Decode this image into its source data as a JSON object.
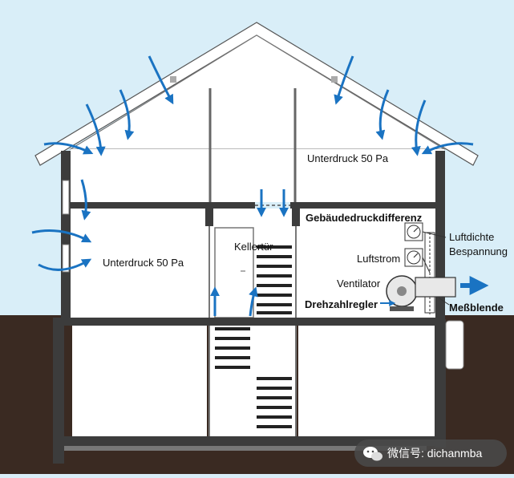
{
  "colors": {
    "sky": "#d9eef8",
    "ground": "#3a2a22",
    "wall": "#3c3c3c",
    "room": "#ffffff",
    "airflow": "#1a73c2",
    "watermark_bg": "#4a4a4a"
  },
  "labels": {
    "attic_pressure": "Unterdruck 50 Pa",
    "room_pressure": "Unterdruck 50 Pa",
    "door": "Kellertür",
    "pressure_diff": "Gebäudedruckdifferenz",
    "airtight_1": "Luftdichte",
    "airtight_2": "Bespannung",
    "airflow_label": "Luftstrom",
    "fan": "Ventilator",
    "speed_ctrl": "Drehzahlregler",
    "orifice": "Meßblende"
  },
  "watermark": {
    "icon": "wechat-icon",
    "text": "微信号: dichanmba"
  }
}
